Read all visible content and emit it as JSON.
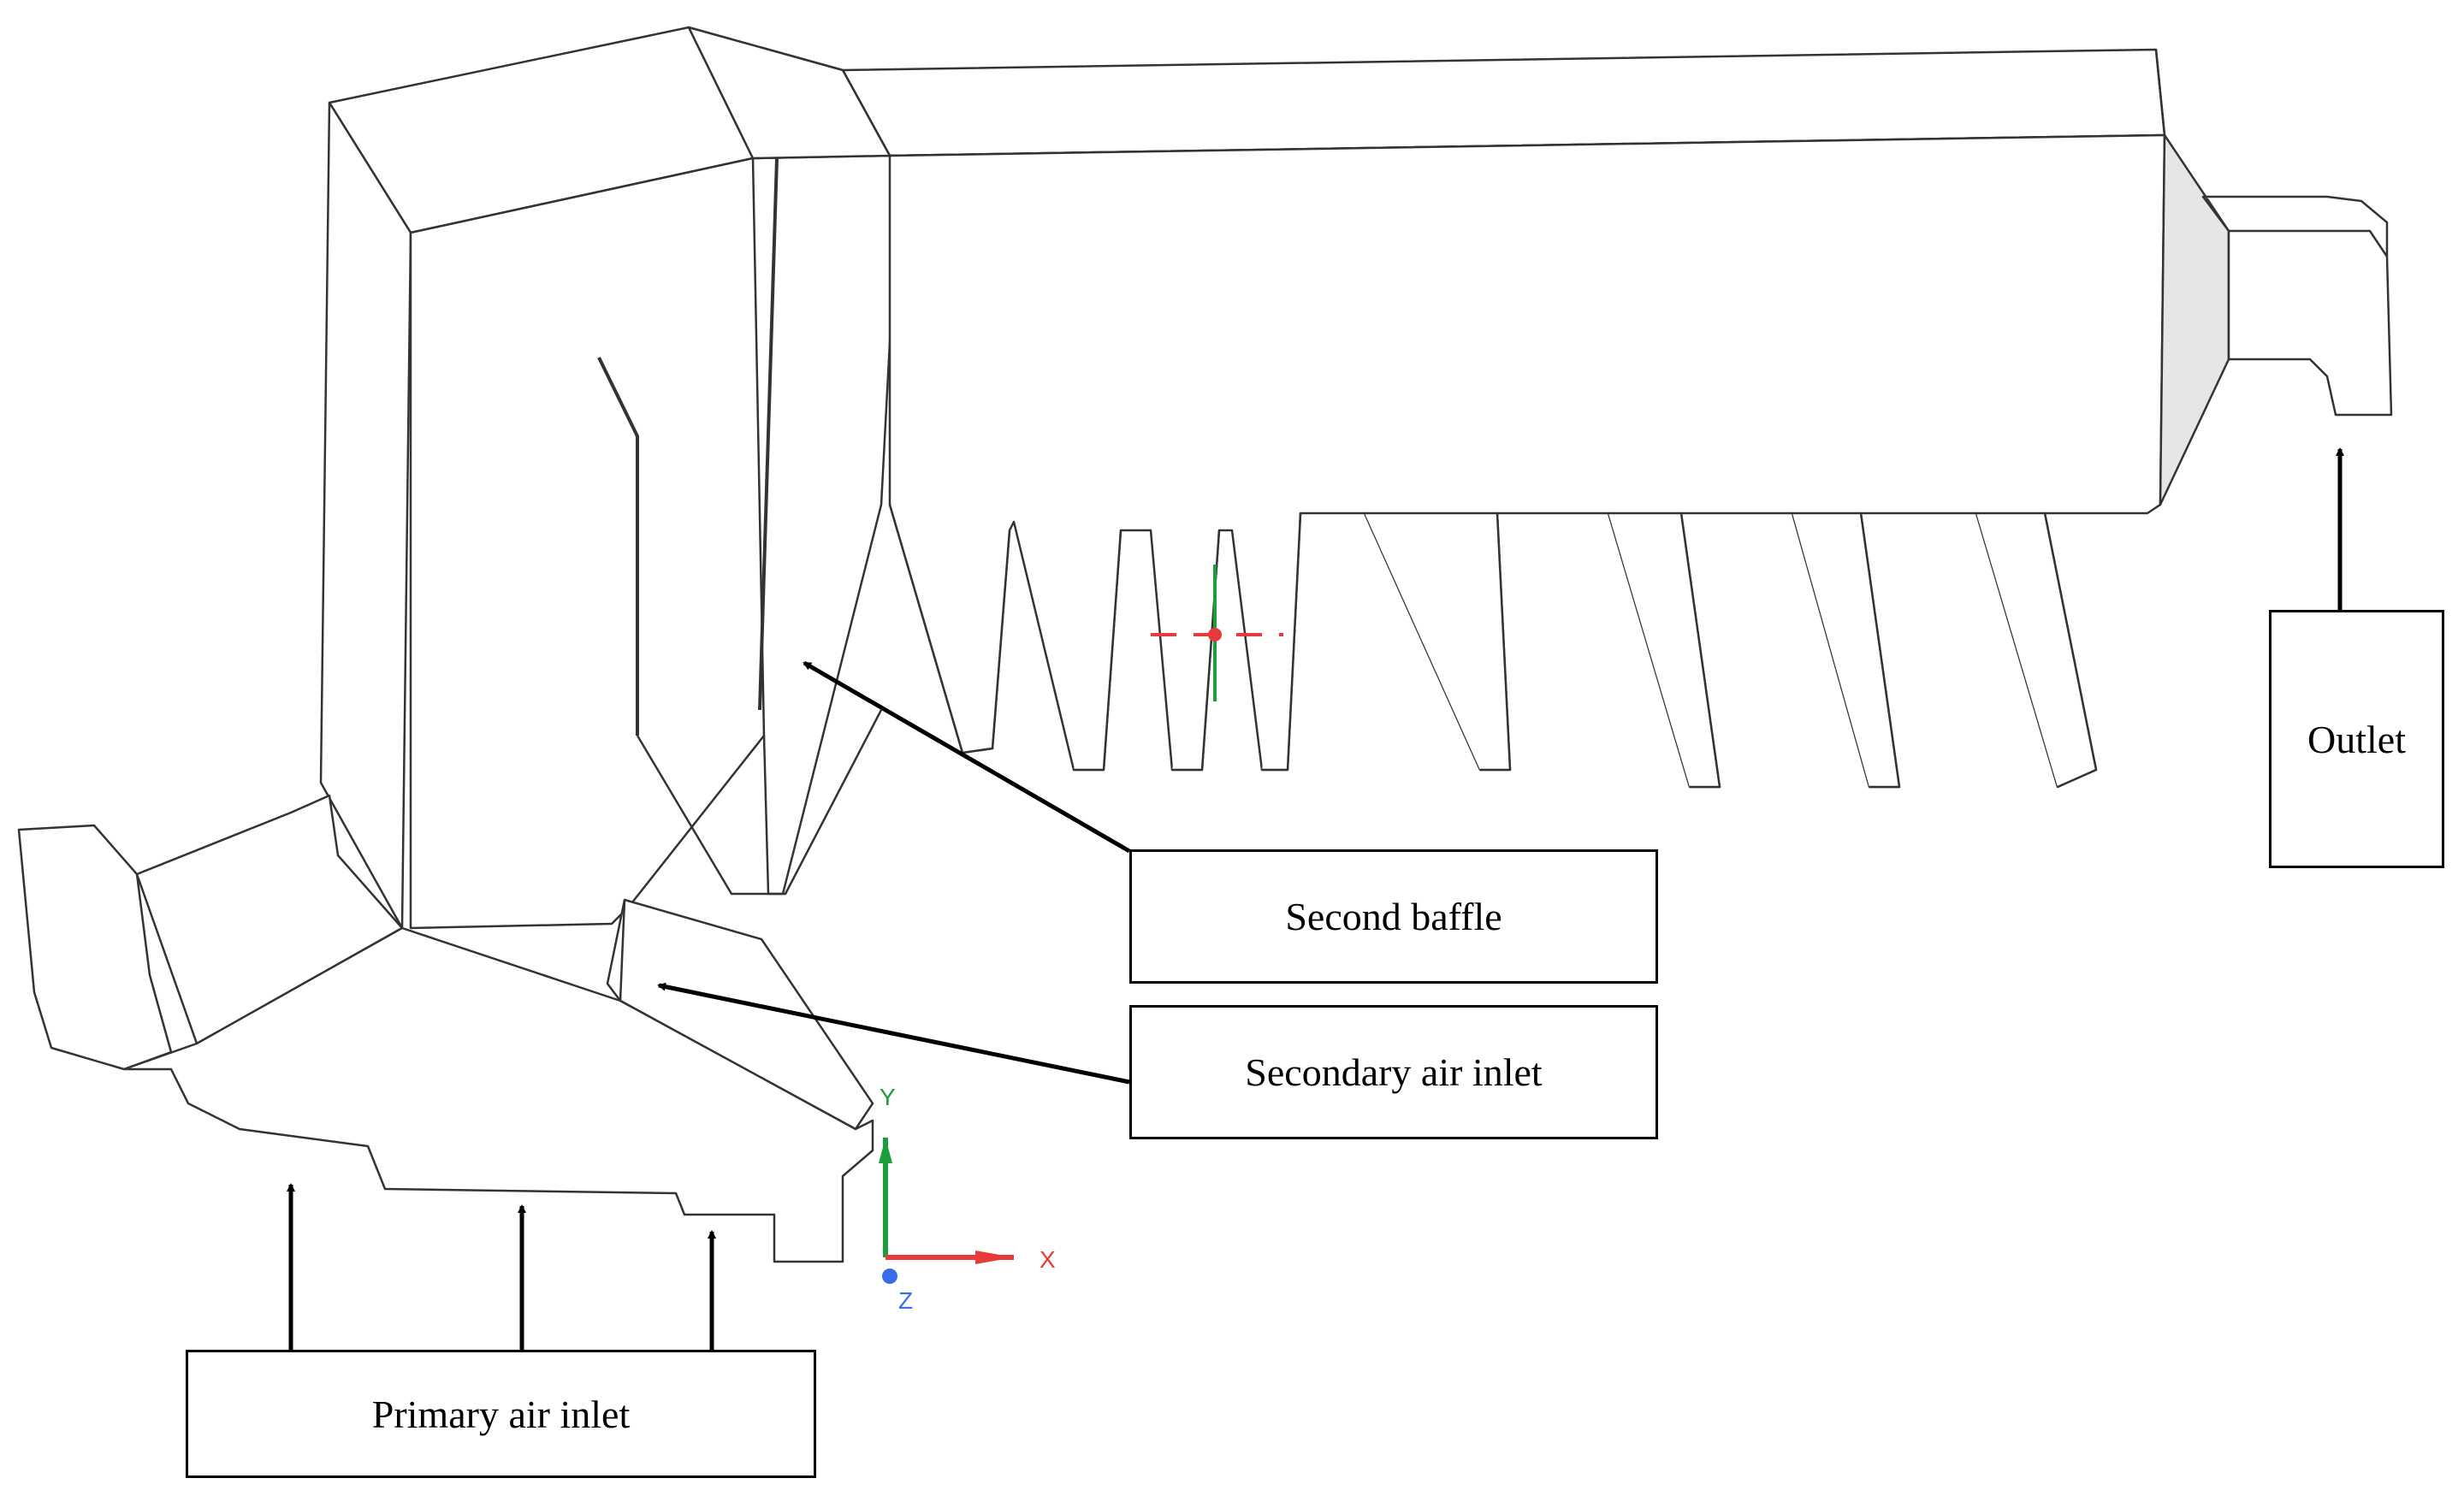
{
  "labels": {
    "second_baffle": "Second baffle",
    "secondary_air_inlet": "Secondary air inlet",
    "primary_air_inlet": "Primary air inlet",
    "outlet": "Outlet"
  },
  "axes": {
    "x": "X",
    "y": "Y",
    "z": "Z"
  },
  "colors": {
    "outline": "#333333",
    "fill": "#ffffff",
    "shade": "#e6e6e6",
    "x_axis": "#e83a3a",
    "y_axis": "#1e9e3a",
    "z_axis": "#3a6ee8"
  }
}
